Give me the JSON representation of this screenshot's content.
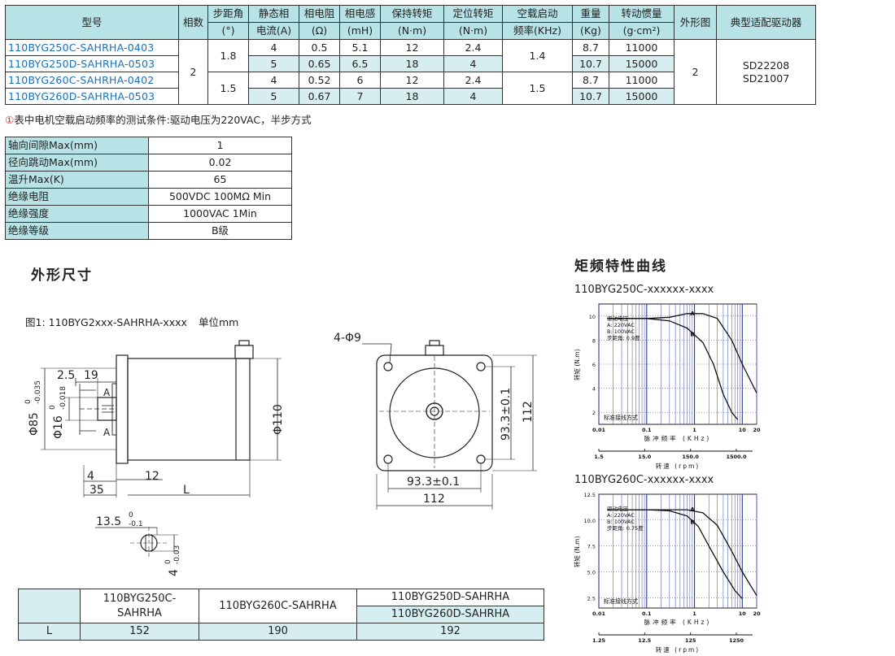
{
  "spec_table": {
    "headers": {
      "model": "型号",
      "phases": "相数",
      "step_angle_1": "步距角",
      "step_angle_2": "(°)",
      "current_1": "静态相",
      "current_2": "电流(A)",
      "resistance_1": "相电阻",
      "resistance_2": "(Ω)",
      "inductance_1": "相电感",
      "inductance_2": "(mH)",
      "holding_1": "保持转矩",
      "holding_2": "(N·m)",
      "detent_1": "定位转矩",
      "detent_2": "(N·m)",
      "freq_1": "空载启动",
      "freq_2": "频率(KHz)",
      "weight_1": "重量",
      "weight_2": "(Kg)",
      "inertia_1": "转动惯量",
      "inertia_2": "(g·cm²)",
      "outline": "外形图",
      "driver": "典型适配驱动器"
    },
    "rows": [
      {
        "model": "110BYG250C-SAHRHA-0403",
        "current": "4",
        "resistance": "0.5",
        "inductance": "5.1",
        "holding": "12",
        "detent": "2.4",
        "weight": "8.7",
        "inertia": "11000"
      },
      {
        "model": "110BYG250D-SAHRHA-0503",
        "current": "5",
        "resistance": "0.65",
        "inductance": "6.5",
        "holding": "18",
        "detent": "4",
        "weight": "10.7",
        "inertia": "15000"
      },
      {
        "model": "110BYG260C-SAHRHA-0402",
        "current": "4",
        "resistance": "0.52",
        "inductance": "6",
        "holding": "12",
        "detent": "2.4",
        "weight": "8.7",
        "inertia": "11000"
      },
      {
        "model": "110BYG260D-SAHRHA-0503",
        "current": "5",
        "resistance": "0.67",
        "inductance": "7",
        "holding": "18",
        "detent": "4",
        "weight": "10.7",
        "inertia": "15000"
      }
    ],
    "phases": "2",
    "step_angle_a": "1.8",
    "step_angle_b": "1.5",
    "freq_a": "1.4",
    "freq_b": "1.5",
    "outline": "2",
    "driver_1": "SD22208",
    "driver_2": "SD21007"
  },
  "note": {
    "mark": "①",
    "text": "表中电机空载启动频率的测试条件:驱动电压为220VAC，半步方式"
  },
  "params": [
    {
      "k": "轴向间隙Max(mm)",
      "v": "1"
    },
    {
      "k": "径向跳动Max(mm)",
      "v": "0.02"
    },
    {
      "k": "温升Max(K)",
      "v": "65"
    },
    {
      "k": "绝缘电阻",
      "v": "500VDC 100MΩ  Min"
    },
    {
      "k": "绝缘强度",
      "v": "1000VAC  1Min"
    },
    {
      "k": "绝缘等级",
      "v": "B级"
    }
  ],
  "outline_title": "外形尺寸",
  "curve_title": "矩频特性曲线",
  "figure": {
    "caption": "图1: 110BYG2xxx-SAHRHA-xxxx",
    "unit": "单位mm",
    "dims": {
      "d25": "2.5",
      "d19": "19",
      "a": "A",
      "phi85": "Φ85",
      "phi85_tol_up": "0",
      "phi85_tol_dn": "-0.035",
      "phi16": "Φ16",
      "phi16_tol_up": "0",
      "phi16_tol_dn": "-0.018",
      "phi110": "Φ110",
      "d4": "4",
      "d12": "12",
      "d35": "35",
      "L": "L",
      "holes": "4-Φ9",
      "pitch_v": "93.3±0.1",
      "pitch_h": "93.3±0.1",
      "side_v": "112",
      "side_h": "112",
      "key": "13.5",
      "key_tol_up": "0",
      "key_tol_dn": "-0.1",
      "keyw": "4",
      "keyw_tol_up": "0",
      "keyw_tol_dn": "-0.03"
    }
  },
  "length_table": {
    "c1": "110BYG250C-SAHRHA",
    "c2": "110BYG260C-SAHRHA",
    "c3a": "110BYG250D-SAHRHA",
    "c3b": "110BYG260D-SAHRHA",
    "row_label": "L",
    "v1": "152",
    "v2": "190",
    "v3": "192"
  },
  "chart_data": [
    {
      "type": "line",
      "title": "110BYG250C-xxxxxx-xxxx",
      "ylabel": "转矩 (N.m)",
      "xlabel": "脉冲频率 (KHz)",
      "x2label": "转速 (rpm)",
      "x_scale": "log",
      "xlim": [
        0.01,
        20
      ],
      "ylim": [
        1,
        11
      ],
      "y_ticks": [
        "2",
        "4",
        "6",
        "8",
        "10"
      ],
      "x_ticks": [
        "0.01",
        "0.1",
        "1",
        "10",
        "20"
      ],
      "x2_ticks": [
        "1.5",
        "15.0",
        "150.0",
        "1500.0"
      ],
      "legend_lines": [
        "驱动电压",
        "A: 220VAC",
        "B: 100VAC",
        "步距角: 0.9度"
      ],
      "mode_label": "标准接线方式",
      "series": [
        {
          "name": "A",
          "x": [
            0.015,
            0.1,
            0.3,
            0.7,
            1.5,
            3,
            6,
            10,
            20
          ],
          "y": [
            9.8,
            9.8,
            9.9,
            10.2,
            10.2,
            9.8,
            8.0,
            6.0,
            3.6
          ]
        },
        {
          "name": "B",
          "x": [
            0.015,
            0.1,
            0.3,
            0.7,
            1.5,
            2.5,
            4,
            6,
            8
          ],
          "y": [
            9.8,
            9.8,
            9.6,
            9.0,
            7.8,
            6.0,
            3.5,
            2.0,
            1.4
          ]
        }
      ]
    },
    {
      "type": "line",
      "title": "110BYG260C-xxxxxx-xxxx",
      "ylabel": "转矩 (N.m)",
      "xlabel": "脉冲频率 (KHz)",
      "x2label": "转速 (rpm)",
      "x_scale": "log",
      "xlim": [
        0.01,
        20
      ],
      "ylim": [
        1.5,
        12.5
      ],
      "y_ticks": [
        "2.5",
        "5.0",
        "7.5",
        "10.0",
        "12.5"
      ],
      "x_ticks": [
        "0.01",
        "0.1",
        "1",
        "10",
        "20"
      ],
      "x2_ticks": [
        "1.25",
        "12.5",
        "125",
        "1250"
      ],
      "legend_lines": [
        "驱动电压",
        "A: 220VAC",
        "B: 100VAC",
        "步距角: 0.75度"
      ],
      "mode_label": "标准接线方式",
      "series": [
        {
          "name": "A",
          "x": [
            0.015,
            0.1,
            0.3,
            0.7,
            1.5,
            3,
            6,
            10,
            20
          ],
          "y": [
            11.0,
            11.0,
            11.0,
            11.0,
            10.7,
            9.5,
            7.0,
            5.0,
            2.7
          ]
        },
        {
          "name": "B",
          "x": [
            0.015,
            0.1,
            0.3,
            0.7,
            1.2,
            2,
            4,
            7,
            10
          ],
          "y": [
            11.0,
            11.0,
            10.9,
            10.4,
            9.4,
            7.5,
            5.0,
            3.2,
            2.4
          ]
        }
      ]
    }
  ]
}
